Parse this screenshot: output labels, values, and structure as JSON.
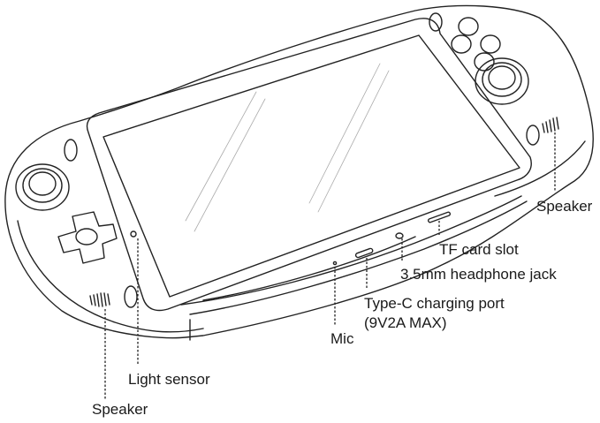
{
  "labels": {
    "speaker_right": "Speaker",
    "tf_card_slot": "TF card slot",
    "headphone_jack": "3.5mm headphone jack",
    "type_c_line1": "Type-C charging port",
    "type_c_line2": "(9V2A MAX)",
    "mic": "Mic",
    "light_sensor": "Light sensor",
    "speaker_left": "Speaker"
  }
}
